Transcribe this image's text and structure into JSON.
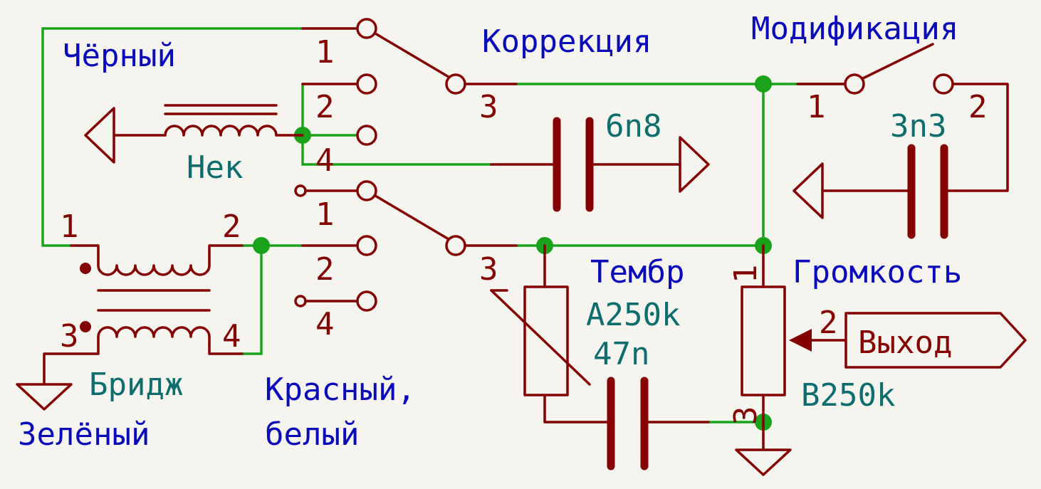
{
  "notes": {
    "black": "Чёрный",
    "green": "Зелёный",
    "red_white_1": "Красный,",
    "red_white_2": "белый",
    "correction": "Коррекция",
    "modification": "Модификация",
    "tone": "Тембр",
    "volume": "Громкость"
  },
  "values": {
    "neck": "Нек",
    "bridge": "Бридж",
    "cap_6n8": "6n8",
    "cap_3n3": "3n3",
    "tone_pot": "A250k",
    "tone_cap": "47n",
    "vol_pot": "B250k"
  },
  "output_label": "Выход",
  "pins": {
    "n1": "1",
    "n2": "2",
    "n3": "3",
    "n4": "4"
  },
  "colors": {
    "wire": "#1aa31a",
    "component": "#840000",
    "value_text": "#0e6e6e",
    "note_text": "#0a0ab8",
    "background": "#f5f4ef"
  }
}
